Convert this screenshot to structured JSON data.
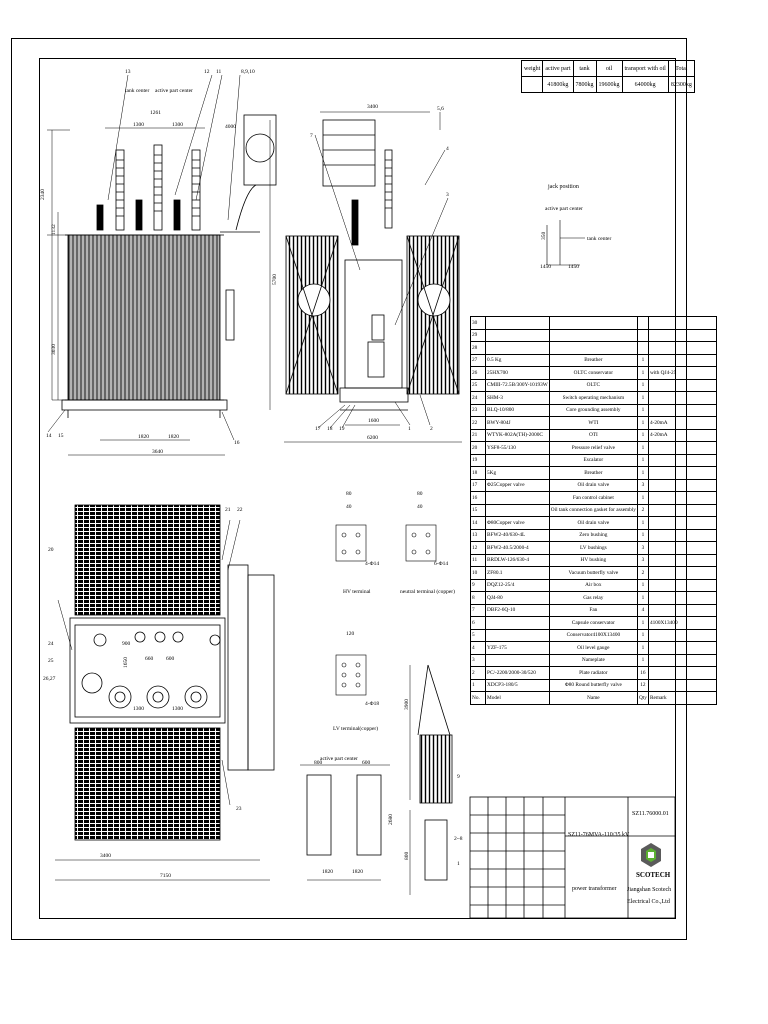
{
  "weight_table": {
    "headers": [
      "weight",
      "active part",
      "tank",
      "oil",
      "transport with oil",
      "Total"
    ],
    "values": [
      "",
      "41800kg",
      "7800kg",
      "19600kg",
      "64000kg",
      "82300kg"
    ]
  },
  "parts_list": {
    "header": {
      "no": "No.",
      "model": "Model",
      "name": "Name",
      "qty": "Qty",
      "remark": "Remark"
    },
    "rows": [
      {
        "no": "30",
        "model": "",
        "name": "",
        "qty": "",
        "remark": ""
      },
      {
        "no": "29",
        "model": "",
        "name": "",
        "qty": "",
        "remark": ""
      },
      {
        "no": "28",
        "model": "",
        "name": "",
        "qty": "",
        "remark": ""
      },
      {
        "no": "27",
        "model": "0.5 Kg",
        "name": "Breather",
        "qty": "1",
        "remark": ""
      },
      {
        "no": "26",
        "model": "25HX700",
        "name": "OLTC conservator",
        "qty": "1",
        "remark": "with QJ4-25"
      },
      {
        "no": "25",
        "model": "CMIII-72.5B/300Y-10193W",
        "name": "OLTC",
        "qty": "1",
        "remark": ""
      },
      {
        "no": "24",
        "model": "SHM-3",
        "name": "Switch operating mechanism",
        "qty": "1",
        "remark": ""
      },
      {
        "no": "23",
        "model": "BLQ-10/800",
        "name": "Core grounding assembly",
        "qty": "1",
        "remark": ""
      },
      {
        "no": "22",
        "model": "BWY-804J",
        "name": "WTI",
        "qty": "1",
        "remark": "4-20mA"
      },
      {
        "no": "21",
        "model": "WTYK-802A(TH)-2000C",
        "name": "OTI",
        "qty": "1",
        "remark": "4-20mA"
      },
      {
        "no": "20",
        "model": "YSF8-55/130",
        "name": "Pressure relief valve",
        "qty": "1",
        "remark": ""
      },
      {
        "no": "19",
        "model": "",
        "name": "Escalator",
        "qty": "1",
        "remark": ""
      },
      {
        "no": "18",
        "model": "5Kg",
        "name": "Breather",
        "qty": "1",
        "remark": ""
      },
      {
        "no": "17",
        "model": "Φ25Copper valve",
        "name": "Oil drain valve",
        "qty": "3",
        "remark": ""
      },
      {
        "no": "16",
        "model": "",
        "name": "Fan control cabinet",
        "qty": "1",
        "remark": ""
      },
      {
        "no": "15",
        "model": "",
        "name": "Oil tank connection gasket for assembly",
        "qty": "2",
        "remark": ""
      },
      {
        "no": "14",
        "model": "Φ80Copper valve",
        "name": "Oil drain valve",
        "qty": "1",
        "remark": ""
      },
      {
        "no": "13",
        "model": "BFW2-40/630-4L",
        "name": "Zero bushing",
        "qty": "1",
        "remark": ""
      },
      {
        "no": "12",
        "model": "BFW2-40.5/2000-4",
        "name": "LV bushings",
        "qty": "3",
        "remark": ""
      },
      {
        "no": "11",
        "model": "BRDLW-126/630-4",
        "name": "HV bushing",
        "qty": "3",
        "remark": ""
      },
      {
        "no": "10",
        "model": "ZF80.1",
        "name": "Vacuum butterfly valve",
        "qty": "2",
        "remark": ""
      },
      {
        "no": "9",
        "model": "DQZ12-25/4",
        "name": "Air box",
        "qty": "1",
        "remark": ""
      },
      {
        "no": "8",
        "model": "QJ4-80",
        "name": "Gas relay",
        "qty": "1",
        "remark": ""
      },
      {
        "no": "7",
        "model": "DBF2-6Q-10",
        "name": "Fan",
        "qty": "4",
        "remark": ""
      },
      {
        "no": "6",
        "model": "",
        "name": "Capsule conservator",
        "qty": "1",
        "remark": "4100X13400"
      },
      {
        "no": "5",
        "model": "",
        "name": "Conservator4100X13400",
        "qty": "1",
        "remark": ""
      },
      {
        "no": "4",
        "model": "YZF-175",
        "name": "Oil level gauge",
        "qty": "1",
        "remark": ""
      },
      {
        "no": "3",
        "model": "",
        "name": "Nameplate",
        "qty": "1",
        "remark": ""
      },
      {
        "no": "2",
        "model": "PC/-2200/2000-30/520",
        "name": "Plate radiator",
        "qty": "16",
        "remark": ""
      },
      {
        "no": "1",
        "model": "XDCP3-180/5",
        "name": "Φ80 Round butterfly valve",
        "qty": "12",
        "remark": ""
      }
    ]
  },
  "title_block": {
    "drawing_no": "SZ11.76000.01",
    "model": "SZ11-76MVA-110/35 kV",
    "product": "power transformer",
    "logo_text": "SCOTECH",
    "company_line1": "Jiangshan Scotech",
    "company_line2": "Electrical Co.,Ltd"
  },
  "dims": {
    "front_h1": "2340",
    "front_h2": "1132",
    "front_h3": "3030",
    "front_w1": "1300",
    "front_w2": "1300",
    "front_w3": "1820",
    "front_w4": "1820",
    "front_w5": "3640",
    "front_height_total": "5700",
    "dim_1261": "1261",
    "dim_4000": "4000",
    "side_w1": "3400",
    "side_w2": "1600",
    "side_w3": "6200",
    "top_w1": "3400",
    "top_w2": "7150",
    "top_900": "900",
    "top_1300": "1300",
    "top_1300b": "1300",
    "top_1650": "1650",
    "top_660": "660",
    "top_600": "600",
    "cp_800": "800",
    "cp_600": "600",
    "cp_1820": "1820",
    "cp_1820b": "1820",
    "cp_2680": "2680",
    "sm_3900": "3900",
    "sm_800": "800",
    "jack_350": "350",
    "jack_1450a": "1450",
    "jack_1450b": "1450"
  },
  "labels": {
    "tank_center": "tank center",
    "active_part_center": "active part center",
    "jack_position": "jack position",
    "hv_terminal": "HV terminal",
    "neutral_terminal": "neutral terminal (copper)",
    "lv_terminal": "LV terminal(copper)",
    "term_hole_1": "4-Φ14",
    "term_hole_2": "6-Φ14",
    "term_hole_3": "4-Φ18",
    "term_80a": "80",
    "term_40a": "40",
    "term_80b": "80",
    "term_40b": "40",
    "term_120": "120"
  },
  "callouts": {
    "c13": "13",
    "c12": "12",
    "c11": "11",
    "c8910": "8,9,10",
    "c7": "7",
    "c56": "5,6",
    "c4": "4",
    "c3": "3",
    "c1": "1",
    "c2": "2",
    "c17": "17",
    "c18": "18",
    "c19": "19",
    "c14": "14",
    "c15": "15",
    "c16": "16",
    "c20": "20",
    "c21": "21",
    "c22": "22",
    "c23": "23",
    "c24": "24",
    "c25": "25",
    "c2627": "26,27",
    "c9b": "9",
    "c28": "2~8",
    "c1b": "1"
  }
}
